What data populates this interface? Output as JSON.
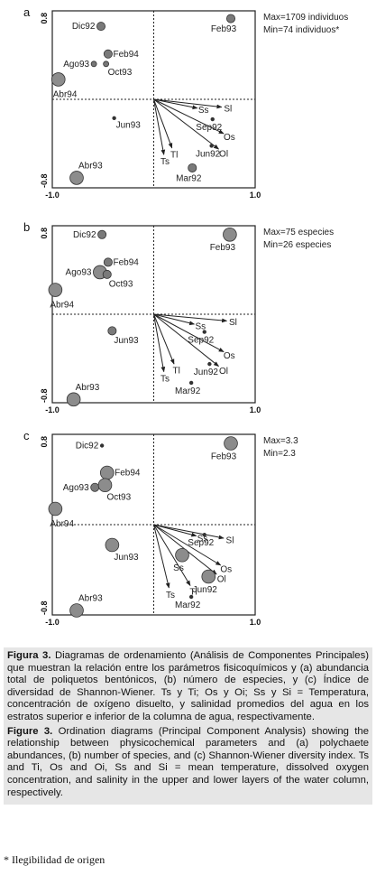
{
  "panels": [
    {
      "letter": "a",
      "notes": [
        "Max=1709 individuos",
        "Min=74 individuos*"
      ],
      "axis_labels": {
        "y_top": "0.8",
        "y_bottom": "-0.8",
        "x_left": "-1.0",
        "x_right": "1.0"
      },
      "points": [
        {
          "label": "Dic92",
          "x": -0.52,
          "y": 0.66,
          "size": "small"
        },
        {
          "label": "Feb93",
          "x": 0.76,
          "y": 0.73,
          "size": "small"
        },
        {
          "label": "Feb94",
          "x": -0.45,
          "y": 0.41,
          "size": "small"
        },
        {
          "label": "Ago93",
          "x": -0.59,
          "y": 0.32,
          "size": "tiny"
        },
        {
          "label": "Oct93",
          "x": -0.47,
          "y": 0.32,
          "size": "tiny"
        },
        {
          "label": "Abr94",
          "x": -0.94,
          "y": 0.18,
          "size": "large"
        },
        {
          "label": "Jun93",
          "x": -0.39,
          "y": -0.17,
          "size": "dot"
        },
        {
          "label": "Sep92",
          "x": 0.58,
          "y": -0.18,
          "size": "dot"
        },
        {
          "label": "Jun92",
          "x": 0.57,
          "y": -0.42,
          "size": "dot"
        },
        {
          "label": "Mar92",
          "x": 0.38,
          "y": -0.62,
          "size": "small"
        },
        {
          "label": "Abr93",
          "x": -0.76,
          "y": -0.71,
          "size": "large"
        }
      ],
      "vectors": [
        {
          "label": "Ss",
          "x": 0.43,
          "y": -0.08
        },
        {
          "label": "Sl",
          "x": 0.67,
          "y": -0.07
        },
        {
          "label": "Os",
          "x": 0.69,
          "y": -0.31
        },
        {
          "label": "Ol",
          "x": 0.64,
          "y": -0.45
        },
        {
          "label": "Tl",
          "x": 0.18,
          "y": -0.44
        },
        {
          "label": "Ts",
          "x": 0.1,
          "y": -0.5
        }
      ]
    },
    {
      "letter": "b",
      "notes": [
        "Max=75 especies",
        "Min=26 especies"
      ],
      "axis_labels": {
        "y_top": "0.8",
        "y_bottom": "-0.8",
        "x_left": "-1.0",
        "x_right": "1.0"
      },
      "points": [
        {
          "label": "Dic92",
          "x": -0.51,
          "y": 0.72,
          "size": "small"
        },
        {
          "label": "Feb93",
          "x": 0.75,
          "y": 0.72,
          "size": "large"
        },
        {
          "label": "Feb94",
          "x": -0.45,
          "y": 0.47,
          "size": "small"
        },
        {
          "label": "Ago93",
          "x": -0.53,
          "y": 0.38,
          "size": "large"
        },
        {
          "label": "Oct93",
          "x": -0.46,
          "y": 0.36,
          "size": "small"
        },
        {
          "label": "Abr94",
          "x": -0.97,
          "y": 0.22,
          "size": "large"
        },
        {
          "label": "Jun93",
          "x": -0.41,
          "y": -0.15,
          "size": "small"
        },
        {
          "label": "Sep92",
          "x": 0.5,
          "y": -0.16,
          "size": "dot"
        },
        {
          "label": "Jun92",
          "x": 0.55,
          "y": -0.45,
          "size": "dot"
        },
        {
          "label": "Mar92",
          "x": 0.37,
          "y": -0.62,
          "size": "dot"
        },
        {
          "label": "Abr93",
          "x": -0.79,
          "y": -0.77,
          "size": "large"
        }
      ],
      "vectors": [
        {
          "label": "Ss",
          "x": 0.4,
          "y": -0.09
        },
        {
          "label": "Sl",
          "x": 0.72,
          "y": -0.06
        },
        {
          "label": "Os",
          "x": 0.69,
          "y": -0.34
        },
        {
          "label": "Ol",
          "x": 0.64,
          "y": -0.47
        },
        {
          "label": "Tl",
          "x": 0.2,
          "y": -0.45
        },
        {
          "label": "Ts",
          "x": 0.1,
          "y": -0.52
        }
      ]
    },
    {
      "letter": "c",
      "notes": [
        "Max=3.3",
        "Min=2.3"
      ],
      "axis_labels": {
        "y_top": "0.8",
        "y_bottom": "-0.8",
        "x_left": "-1.0",
        "x_right": "1.0"
      },
      "points": [
        {
          "label": "Dic92",
          "x": -0.51,
          "y": 0.7,
          "size": "dot"
        },
        {
          "label": "Feb93",
          "x": 0.76,
          "y": 0.72,
          "size": "large"
        },
        {
          "label": "Feb94",
          "x": -0.46,
          "y": 0.46,
          "size": "large"
        },
        {
          "label": "Ago93",
          "x": -0.58,
          "y": 0.33,
          "size": "small"
        },
        {
          "label": "Oct93",
          "x": -0.48,
          "y": 0.35,
          "size": "large"
        },
        {
          "label": "Abr94",
          "x": -0.97,
          "y": 0.14,
          "size": "large"
        },
        {
          "label": "Jun93",
          "x": -0.41,
          "y": -0.18,
          "size": "large"
        },
        {
          "label": "Sep92",
          "x": 0.5,
          "y": -0.09,
          "size": "dot"
        },
        {
          "label": "Ss",
          "x": 0.28,
          "y": -0.27,
          "size": "large"
        },
        {
          "label": "Jun92",
          "x": 0.54,
          "y": -0.46,
          "size": "large"
        },
        {
          "label": "Mar92",
          "x": 0.37,
          "y": -0.64,
          "size": "dot"
        },
        {
          "label": "Abr93",
          "x": -0.76,
          "y": -0.76,
          "size": "large"
        }
      ],
      "vectors": [
        {
          "label": "Ss",
          "x": 0.42,
          "y": -0.1
        },
        {
          "label": "Sl",
          "x": 0.69,
          "y": -0.12
        },
        {
          "label": "Os",
          "x": 0.66,
          "y": -0.36
        },
        {
          "label": "Ol",
          "x": 0.62,
          "y": -0.44
        },
        {
          "label": "Tl",
          "x": 0.36,
          "y": -0.54
        },
        {
          "label": "Ts",
          "x": 0.15,
          "y": -0.56
        }
      ]
    }
  ],
  "caption": {
    "es_title": "Figura 3.",
    "es_body": "Diagramas de ordenamiento (Análisis de Componentes Principales) que muestran la relación entre los parámetros fisicoquímicos y (a) abundancia total de poliquetos bentónicos, (b) número de especies, y (c) Índice de diversidad de Shannon-Wiener. Ts y Ti; Os y Oi; Ss y Si = Temperatura, concentración de oxígeno disuelto, y salinidad promedios del agua en los estratos superior e inferior de la columna de agua, respectivamente.",
    "en_title": "Figure 3.",
    "en_body": "Ordination diagrams (Principal Component Analysis) showing the relationship between physicochemical parameters and (a) polychaete abundances, (b) number of species, and (c) Shannon-Wiener diversity index. Ts and Ti, Os and Oi, Ss and Si = mean temperature, dissolved oxygen concentration, and salinity in the upper and lower layers of the water column, respectively."
  },
  "footnote": "* Ilegibilidad de origen"
}
